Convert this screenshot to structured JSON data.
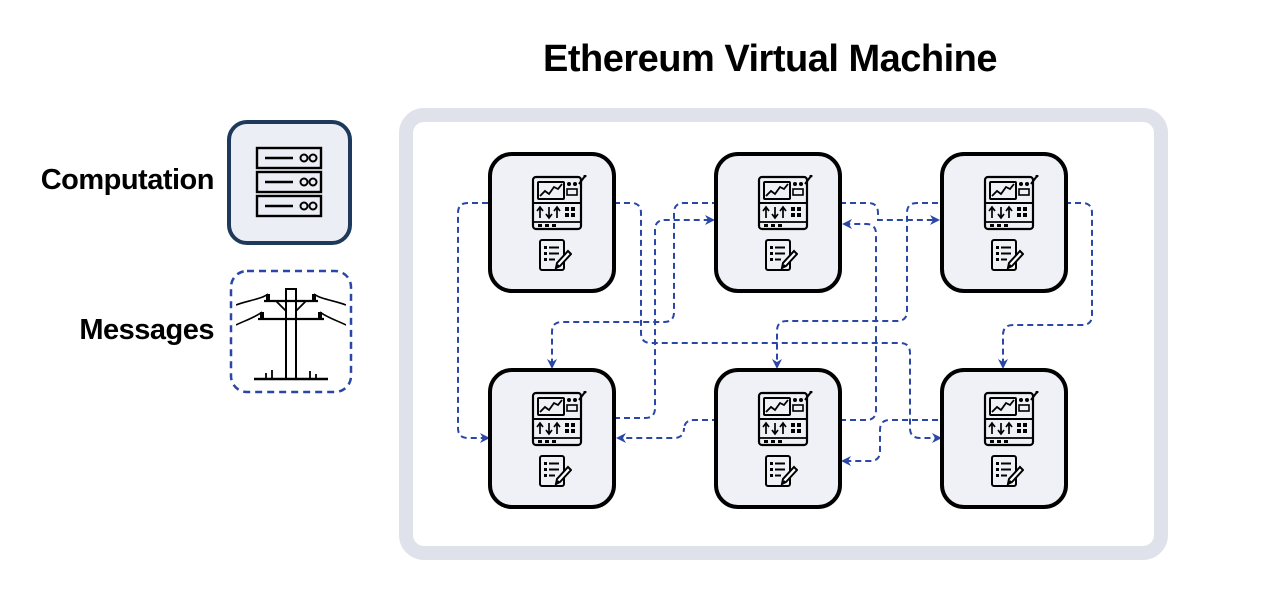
{
  "title": "Ethereum Virtual Machine",
  "legend": {
    "computation_label": "Computation",
    "messages_label": "Messages"
  },
  "colors": {
    "outer_frame": "#dfe2ea",
    "node_fill": "#f0f1f6",
    "node_stroke": "#000000",
    "arrow": "#2a46a6",
    "computation_box_stroke": "#1d3a5c",
    "computation_box_fill": "#eceef5",
    "messages_box_stroke": "#2a46a6"
  },
  "nodes": [
    {
      "id": "n1",
      "icons": [
        "terminal-icon",
        "contract-icon"
      ]
    },
    {
      "id": "n2",
      "icons": [
        "terminal-icon",
        "contract-icon"
      ]
    },
    {
      "id": "n3",
      "icons": [
        "terminal-icon",
        "contract-icon"
      ]
    },
    {
      "id": "n4",
      "icons": [
        "terminal-icon",
        "contract-icon"
      ]
    },
    {
      "id": "n5",
      "icons": [
        "terminal-icon",
        "contract-icon"
      ]
    },
    {
      "id": "n6",
      "icons": [
        "terminal-icon",
        "contract-icon"
      ]
    }
  ],
  "connections": [
    {
      "from": "n1",
      "to": "n4"
    },
    {
      "from": "n1",
      "to": "n6"
    },
    {
      "from": "n2",
      "to": "n4"
    },
    {
      "from": "n2",
      "to": "n3"
    },
    {
      "from": "n3",
      "to": "n5"
    },
    {
      "from": "n3",
      "to": "n6"
    },
    {
      "from": "n4",
      "to": "n2"
    },
    {
      "from": "n5",
      "to": "n4"
    },
    {
      "from": "n5",
      "to": "n2"
    },
    {
      "from": "n6",
      "to": "n5"
    }
  ]
}
